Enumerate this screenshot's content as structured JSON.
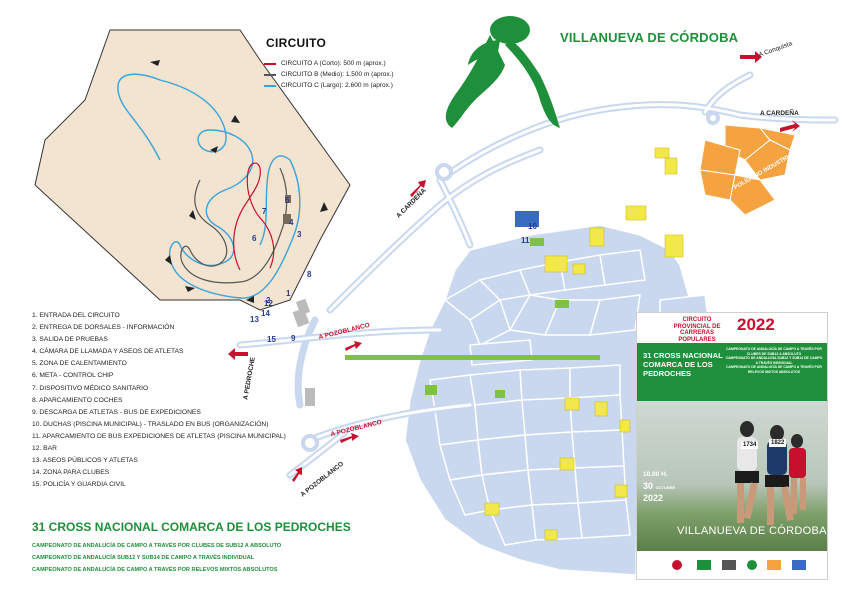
{
  "town": "VILLANUEVA DE CÓRDOBA",
  "circuit": {
    "title": "CIRCUITO",
    "legend": [
      {
        "label": "CIRCUITO A (Corto): 500 m (aprox.)",
        "color": "#c8102e"
      },
      {
        "label": "CIRCUITO B (Medio): 1.500 m (aprox.)",
        "color": "#555555"
      },
      {
        "label": "CIRCUITO C (Largo): 2.600 m (aprox.)",
        "color": "#3aa3d8"
      }
    ],
    "markers": [
      "1",
      "2",
      "3",
      "4",
      "5",
      "6",
      "7",
      "8",
      "9",
      "10",
      "11",
      "12",
      "13",
      "14",
      "15"
    ]
  },
  "zones": [
    "1. ENTRADA DEL CIRCUITO",
    "2. ENTREGA DE DORSALES - INFORMACIÓN",
    "3. SALIDA DE PRUEBAS",
    "4. CÁMARA DE LLAMADA Y ASEOS DE ATLETAS",
    "5. ZONA DE CALENTAMIENTO",
    "6. META - CONTROL CHIP",
    "7. DISPOSITIVO MÉDICO SANITARIO",
    "8. APARCAMIENTO COCHES",
    "9. DESCARGA DE ATLETAS - BUS DE EXPEDICIONES",
    "10. DUCHAS (PISCINA MUNICIPAL) - TRASLADO EN BUS (ORGANIZACIÓN)",
    "11. APARCAMIENTO DE BUS EXPEDICIONES DE ATLETAS (PISCINA MUNICIPAL)",
    "12. BAR",
    "13. ASEOS PÚBLICOS Y ATLETAS",
    "14. ZONA PARA CLUBES",
    "15. POLICÍA Y GUARDIA CIVIL"
  ],
  "event": {
    "title": "31 CROSS NACIONAL COMARCA DE LOS PEDROCHES",
    "championships": [
      "CAMPEONATO DE ANDALUCÍA DE CAMPO A TRAVÉS POR CLUBES DE SUB12 A ABSOLUTO",
      "CAMPEONATO DE ANDALUCÍA SUB12 Y SUB14 DE CAMPO A TRAVÉS INDIVIDUAL",
      "CAMPEONATO DE ANDALUCÍA DE CAMPO A TRAVÉS POR RELEVOS MIXTOS ABSOLUTOS"
    ]
  },
  "roads": {
    "conquista": "A Conquista",
    "cardena_ne": "A CARDEÑA",
    "cardena_w": "A CARDEÑA",
    "pedroche": "A PEDROCHE",
    "pozoblanco_1": "A POZOBLANCO",
    "pozoblanco_2": "A POZOBLANCO",
    "pozoblanco_3": "A POZOBLANCO",
    "poligono": "POLÍGONO INDUSTRIAL"
  },
  "poster": {
    "circuito": "CIRCUITO PROVINCIAL DE CARRERAS POPULARES",
    "year": "2022",
    "title": "31 CROSS NACIONAL COMARCA DE LOS PEDROCHES",
    "camps": [
      "CAMPEONATO DE ANDALUCÍA DE CAMPO A TRAVÉS POR CLUBES DE SUB12 A ABSOLUTO",
      "CAMPEONATO DE ANDALUCÍA SUB12 Y SUB14 DE CAMPO A TRAVÉS INDIVIDUAL",
      "CAMPEONATO DE ANDALUCÍA DE CAMPO A TRAVÉS POR RELEVOS MIXTOS ABSOLUTOS"
    ],
    "time": "10.00 H.",
    "day": "30",
    "month": "OCTUBRE",
    "yr": "2022",
    "town": "VILLANUEVA DE CÓRDOBA",
    "bibs": [
      "1734",
      "1822"
    ]
  },
  "colors": {
    "green": "#1e8f3a",
    "red": "#c8102e",
    "orange": "#f4a340",
    "yellow": "#f2e84b",
    "block": "#c9d7ef",
    "road": "#ffffff",
    "tan": "#f3e4d1"
  }
}
